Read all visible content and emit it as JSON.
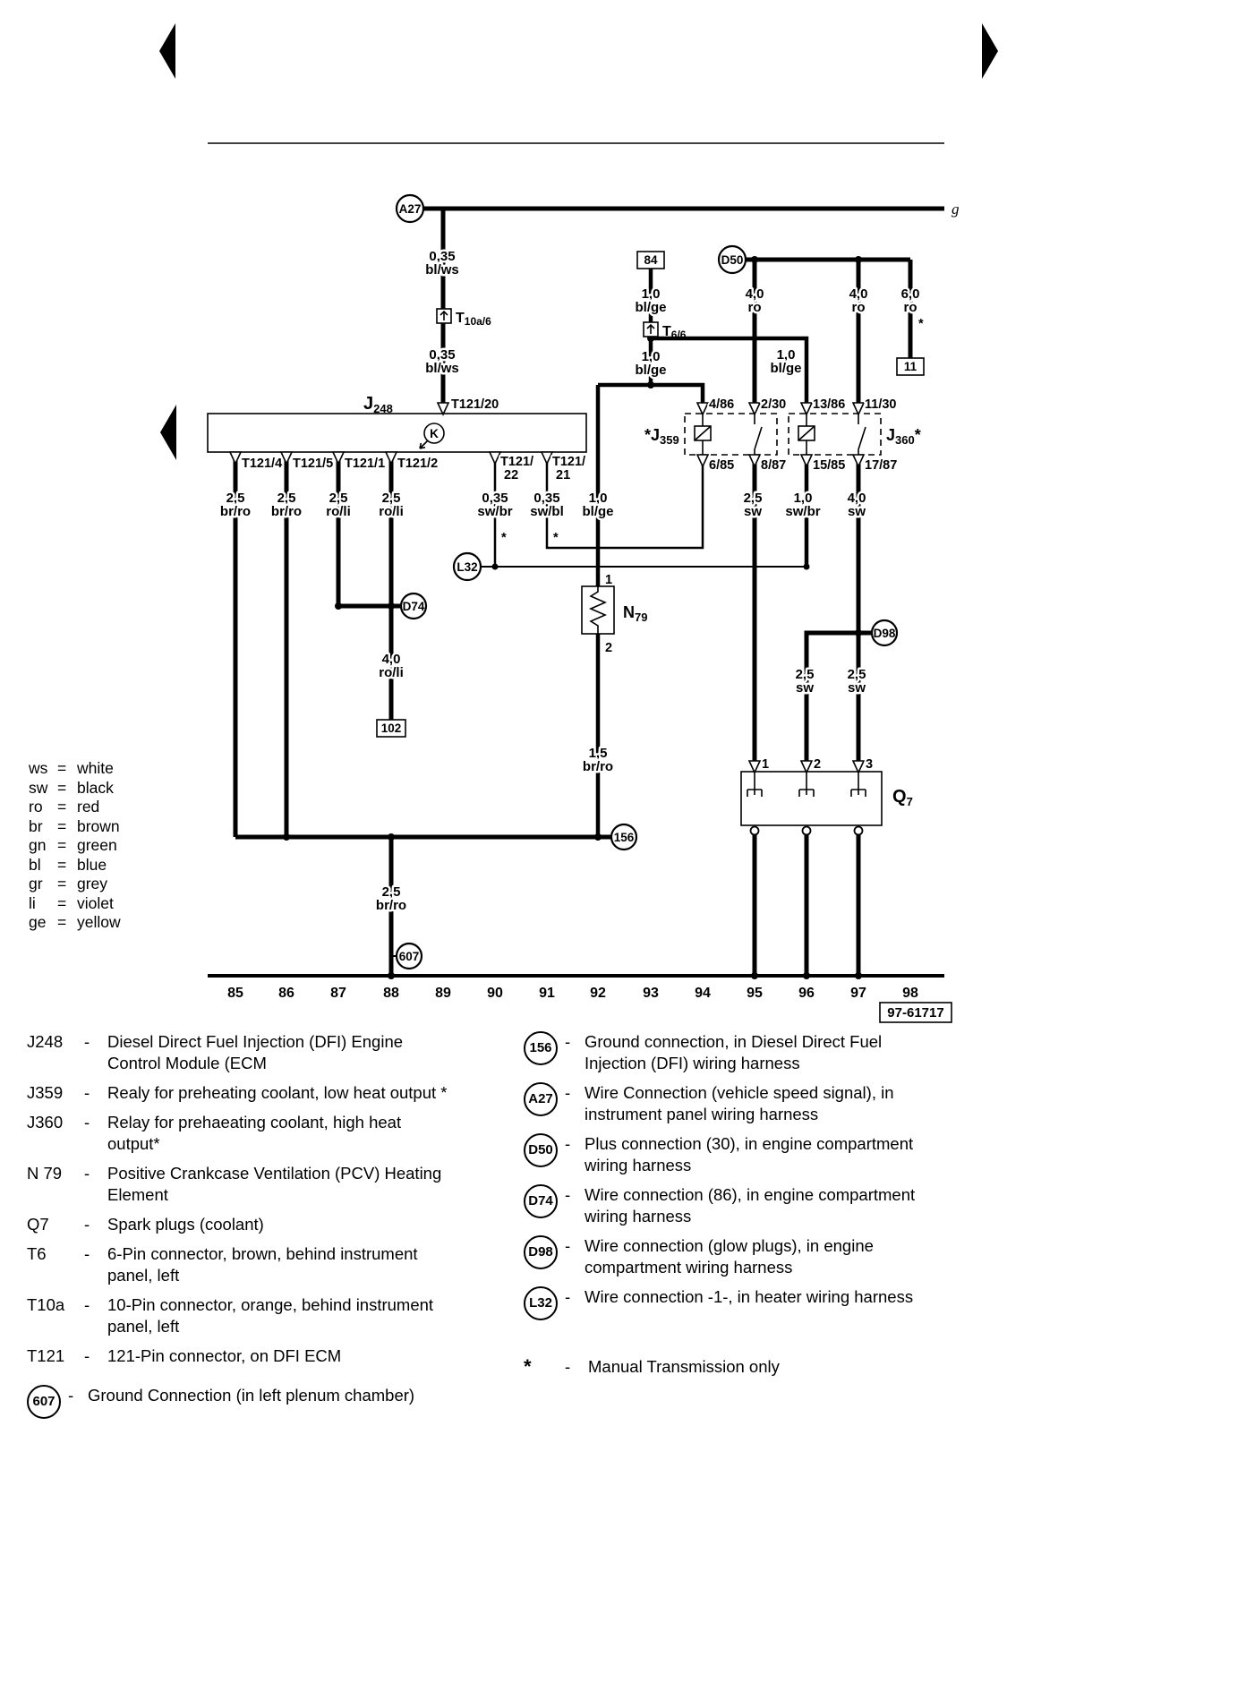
{
  "ui": {
    "dash": "-",
    "equals": "=",
    "star": "*",
    "g_label": "g",
    "page_ref": "97-61717"
  },
  "tracks": [
    "85",
    "86",
    "87",
    "88",
    "89",
    "90",
    "91",
    "92",
    "93",
    "94",
    "95",
    "96",
    "97",
    "98"
  ],
  "components": {
    "a27": "A27",
    "d50": "D50",
    "d74": "D74",
    "d98": "D98",
    "l32": "L32",
    "c156": "156",
    "c607": "607",
    "j248_prefix": "J",
    "j248_sub": "248",
    "j359_prefix": "J",
    "j359_sub": "359",
    "j360_prefix": "J",
    "j360_sub": "360",
    "n79_prefix": "N",
    "n79_sub": "79",
    "q7_prefix": "Q",
    "q7_sub": "7",
    "t10a_prefix": "T",
    "t10a_sub": "10a/6",
    "t6_prefix": "T",
    "t6_sub": "6/6",
    "k_symbol": "K",
    "box84": "84",
    "box102": "102",
    "box11": "11"
  },
  "pins": {
    "t121_20": "T121/20",
    "t121_4": "T121/4",
    "t121_5": "T121/5",
    "t121_1": "T121/1",
    "t121_2": "T121/2",
    "t121_22_line1": "T121/",
    "t121_22_line2": "22",
    "t121_21_line1": "T121/",
    "t121_21_line2": "21",
    "j359_86": "4/86",
    "j359_30": "2/30",
    "j359_85": "6/85",
    "j359_87": "8/87",
    "j360_86": "13/86",
    "j360_30": "11/30",
    "j360_85": "15/85",
    "j360_87": "17/87",
    "n79_1": "1",
    "n79_2": "2",
    "q7_1": "1",
    "q7_2": "2",
    "q7_3": "3"
  },
  "wires": [
    {
      "gauge": "0,35",
      "color": "bl/ws"
    },
    {
      "gauge": "0,35",
      "color": "bl/ws"
    },
    {
      "gauge": "1,0",
      "color": "bl/ge"
    },
    {
      "gauge": "1,0",
      "color": "bl/ge"
    },
    {
      "gauge": "1,0",
      "color": "bl/ge"
    },
    {
      "gauge": "4,0",
      "color": "ro"
    },
    {
      "gauge": "4,0",
      "color": "ro"
    },
    {
      "gauge": "6,0",
      "color": "ro"
    },
    {
      "gauge": "2,5",
      "color": "br/ro"
    },
    {
      "gauge": "2,5",
      "color": "br/ro"
    },
    {
      "gauge": "2,5",
      "color": "ro/li"
    },
    {
      "gauge": "2,5",
      "color": "ro/li"
    },
    {
      "gauge": "0,35",
      "color": "sw/br"
    },
    {
      "gauge": "0,35",
      "color": "sw/bl"
    },
    {
      "gauge": "1,0",
      "color": "bl/ge"
    },
    {
      "gauge": "2,5",
      "color": "sw"
    },
    {
      "gauge": "1,0",
      "color": "sw/br"
    },
    {
      "gauge": "4,0",
      "color": "sw"
    },
    {
      "gauge": "4,0",
      "color": "ro/li"
    },
    {
      "gauge": "1,5",
      "color": "br/ro"
    },
    {
      "gauge": "2,5",
      "color": "sw"
    },
    {
      "gauge": "2,5",
      "color": "sw"
    },
    {
      "gauge": "2,5",
      "color": "br/ro"
    }
  ],
  "color_legend": [
    {
      "abbr": "ws",
      "name": "white"
    },
    {
      "abbr": "sw",
      "name": "black"
    },
    {
      "abbr": "ro",
      "name": "red"
    },
    {
      "abbr": "br",
      "name": "brown"
    },
    {
      "abbr": "gn",
      "name": "green"
    },
    {
      "abbr": "bl",
      "name": "blue"
    },
    {
      "abbr": "gr",
      "name": "grey"
    },
    {
      "abbr": "li",
      "name": "violet"
    },
    {
      "abbr": "ge",
      "name": "yellow"
    }
  ],
  "legend_left": [
    {
      "code": "J248",
      "text": "Diesel Direct Fuel Injection (DFI) Engine\nControl Module (ECM"
    },
    {
      "code": "J359",
      "text": "Realy for preheating coolant, low heat output *"
    },
    {
      "code": "J360",
      "text": "Relay for prehaeating coolant, high heat\noutput*"
    },
    {
      "code": "N 79",
      "text": "Positive Crankcase Ventilation (PCV) Heating\nElement"
    },
    {
      "code": "Q7",
      "text": "Spark plugs (coolant)"
    },
    {
      "code": "T6",
      "text": "6-Pin connector, brown, behind instrument\npanel, left"
    },
    {
      "code": "T10a",
      "text": "10-Pin connector, orange, behind instrument\npanel, left"
    },
    {
      "code": "T121",
      "text": "121-Pin connector, on DFI ECM"
    }
  ],
  "ground_607": {
    "code": "607",
    "text": "Ground Connection (in left plenum chamber)"
  },
  "legend_right": [
    {
      "code": "156",
      "text": "Ground connection, in Diesel Direct Fuel\nInjection (DFI) wiring harness"
    },
    {
      "code": "A27",
      "text": "Wire Connection (vehicle speed signal), in\ninstrument panel wiring harness"
    },
    {
      "code": "D50",
      "text": "Plus connection (30), in engine compartment\nwiring harness"
    },
    {
      "code": "D74",
      "text": "Wire connection (86), in engine compartment\nwiring harness"
    },
    {
      "code": "D98",
      "text": "Wire connection (glow plugs), in engine\ncompartment wiring harness"
    },
    {
      "code": "L32",
      "text": "Wire connection -1-, in heater wiring harness"
    }
  ],
  "footnote": {
    "code": "*",
    "text": "Manual Transmission only"
  }
}
